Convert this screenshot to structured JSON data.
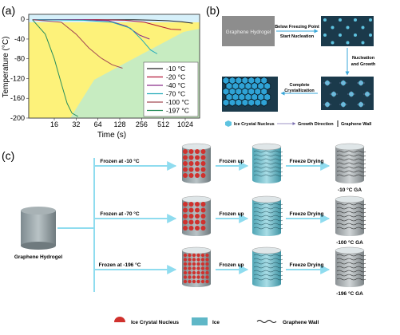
{
  "panel_a": {
    "label": "(a)",
    "chart_data": {
      "type": "line",
      "xlabel": "Time (s)",
      "ylabel": "Temperature (°C)",
      "x_scale": "log2",
      "xticks": [
        "16",
        "32",
        "64",
        "128",
        "256",
        "512",
        "1024"
      ],
      "yticks": [
        "0",
        "-40",
        "-80",
        "-120",
        "-160",
        "-200"
      ],
      "ylim": [
        -200,
        10
      ],
      "series": [
        {
          "name": "-10 °C",
          "color": "#222222",
          "x": [
            8,
            60,
            200,
            400,
            600,
            900,
            1300
          ],
          "y": [
            -1,
            -1,
            -1,
            -2,
            -3,
            -5,
            -8
          ]
        },
        {
          "name": "-20 °C",
          "color": "#b3173a",
          "x": [
            8,
            60,
            150,
            280,
            450,
            650,
            900
          ],
          "y": [
            -1,
            -1,
            -2,
            -6,
            -14,
            -20,
            -21
          ]
        },
        {
          "name": "-40 °C",
          "color": "#8a2d8a",
          "x": [
            8,
            40,
            90,
            160,
            240,
            330
          ],
          "y": [
            -1,
            -1,
            -3,
            -14,
            -32,
            -40
          ]
        },
        {
          "name": "-70 °C",
          "color": "#21a9b8",
          "x": [
            8,
            40,
            100,
            180,
            260,
            340,
            420
          ],
          "y": [
            -1,
            -2,
            -6,
            -18,
            -42,
            -62,
            -70
          ]
        },
        {
          "name": "-100 °C",
          "color": "#a34a55",
          "x": [
            8,
            20,
            32,
            48,
            70,
            100,
            140
          ],
          "y": [
            -1,
            -6,
            -30,
            -58,
            -78,
            -92,
            -99
          ]
        },
        {
          "name": "-197 °C",
          "color": "#2a8f5e",
          "x": [
            8,
            12,
            16,
            20,
            24,
            28,
            34
          ],
          "y": [
            -1,
            -30,
            -80,
            -130,
            -170,
            -190,
            -197
          ]
        }
      ]
    }
  },
  "panel_b": {
    "label": "(b)",
    "hydrogel_box": "Graphene Hydrogel",
    "step1": [
      "Below Freezing Point",
      "Start Nucleation"
    ],
    "step2": [
      "Nucleation",
      "and Growth"
    ],
    "step3": [
      "Complete",
      "Crystallization"
    ],
    "legend": {
      "nucleus": "Ice Crystal Nucleus",
      "growth": "Growth Direction",
      "wall": "Graphene Wall"
    }
  },
  "panel_c": {
    "label": "(c)",
    "start": "Graphene Hydrogel",
    "rows": [
      {
        "freeze": "Frozen at -10 °C",
        "up": "Frozen up",
        "dry": "Freeze Drying",
        "result": "-10 °C GA"
      },
      {
        "freeze": "Frozen at -70 °C",
        "up": "Frozen up",
        "dry": "Freeze Drying",
        "result": "-100 °C GA"
      },
      {
        "freeze": "Frozen at -196 °C",
        "up": "Frozen up",
        "dry": "Freeze Drying",
        "result": "-196 °C GA"
      }
    ],
    "legend": {
      "nucleus": "Ice Crystal Nucleus",
      "ice": "Ice",
      "wall": "Graphene Wall"
    }
  },
  "colors": {
    "arrow": "#8fdcef",
    "hydrogel": "#8a8a8a",
    "ice": "#5fb7c7",
    "nucleus": "#d0312d",
    "aerogel": "#9ea3a6"
  }
}
